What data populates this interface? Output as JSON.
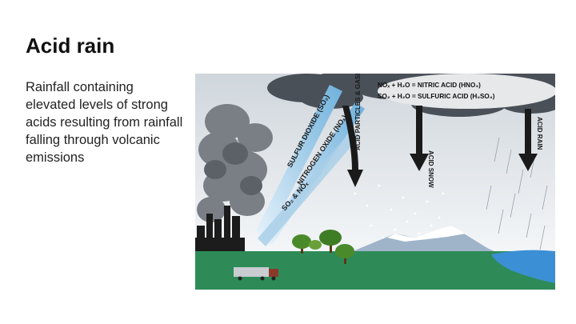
{
  "slide": {
    "title": "Acid rain",
    "body": "Rainfall containing elevated levels of strong acids resulting from rainfall falling through volcanic emissions"
  },
  "diagram": {
    "equation_1": "NOₓ + H₂O  =  NITRIC ACID (HNO₃)",
    "equation_2": "SO₂ + H₂O  =  SULFURIC ACID (H₂SO₄)",
    "label_sulfur": "SULFUR DIOXIDE (SO₂)",
    "label_nitrogen": "NITROGEN OXIDE (NOₓ)",
    "label_emissions": "SO₂ & NOₓ",
    "label_particles": "ACID PARTICLES & GASES",
    "label_snow": "ACID SNOW",
    "label_rain": "ACID RAIN",
    "colors": {
      "sky": "#e9eef2",
      "ground": "#2e8b57",
      "lake": "#3b8fd4",
      "cloud": "#4a5058",
      "arrow": "#6fb1dc"
    }
  }
}
